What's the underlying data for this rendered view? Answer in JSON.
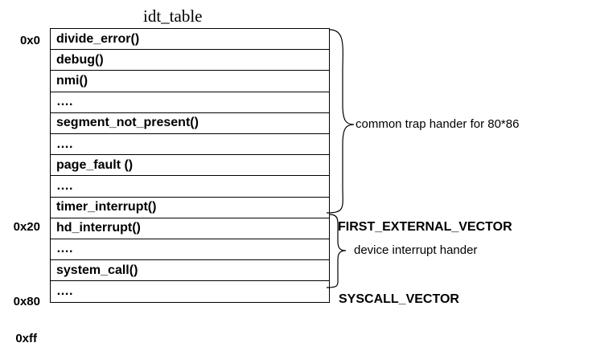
{
  "diagram": {
    "title": "idt_table",
    "rows": [
      {
        "label": "divide_error()"
      },
      {
        "label": "debug()"
      },
      {
        "label": "nmi()"
      },
      {
        "label": "…."
      },
      {
        "label": "segment_not_present()"
      },
      {
        "label": "…."
      },
      {
        "label": "page_fault ()"
      },
      {
        "label": "…."
      },
      {
        "label": "timer_interrupt()"
      },
      {
        "label": "hd_interrupt()"
      },
      {
        "label": "…."
      },
      {
        "label": "system_call()"
      },
      {
        "label": "…."
      }
    ],
    "addresses": [
      "0x0",
      "0x20",
      "0x80",
      "0xff"
    ],
    "annotations": {
      "common_trap": "common trap hander for 80*86",
      "device_interrupt": "device interrupt hander",
      "first_external": "FIRST_EXTERNAL_VECTOR",
      "syscall": "SYSCALL_VECTOR"
    }
  }
}
